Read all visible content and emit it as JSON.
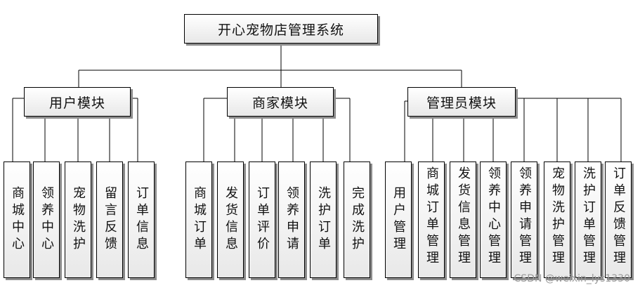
{
  "title": "开心宠物店管理系统",
  "modules": [
    {
      "name": "用户模块",
      "items": [
        "商城中心",
        "领养中心",
        "宠物洗护",
        "留言反馈",
        "订单信息"
      ]
    },
    {
      "name": "商家模块",
      "items": [
        "商城订单",
        "发货信息",
        "订单评价",
        "领养申请",
        "洗护订单",
        "完成洗护"
      ]
    },
    {
      "name": "管理员模块",
      "items": [
        "用户管理",
        "商城订单管理",
        "发货信息管理",
        "领养中心管理",
        "领养申请管理",
        "宠物洗护管理",
        "洗护订单管理",
        "订单反馈管理"
      ]
    }
  ],
  "watermark": "CSDN @weixin_lys1330"
}
